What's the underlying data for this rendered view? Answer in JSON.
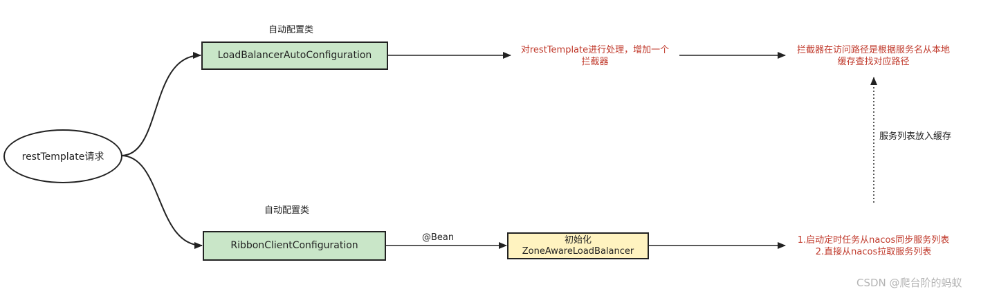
{
  "colors": {
    "green_fill": "#c9e6c8",
    "yellow_fill": "#fff3c0",
    "red_text": "#c0392b",
    "line": "#222222"
  },
  "nodes": {
    "start": "restTemplate请求",
    "lb_auto_config": "LoadBalancerAutoConfiguration",
    "ribbon_client_config": "RibbonClientConfiguration",
    "zone_aware_line1": "初始化",
    "zone_aware_line2": "ZoneAwareLoadBalancer"
  },
  "labels": {
    "auto_config_top": "自动配置类",
    "auto_config_bottom": "自动配置类",
    "bean": "@Bean",
    "cache_edge": "服务列表放入缓存"
  },
  "notes": {
    "interceptor_line1": "对restTemplate进行处理，增加一个",
    "interceptor_line2": "拦截器",
    "lookup_line1": "拦截器在访问路径是根据服务名从本地",
    "lookup_line2": "缓存查找对应路径",
    "sync_line1": "1.启动定时任务从nacos同步服务列表",
    "sync_line2": "2.直接从nacos拉取服务列表"
  },
  "watermark": "CSDN @爬台阶的蚂蚁"
}
